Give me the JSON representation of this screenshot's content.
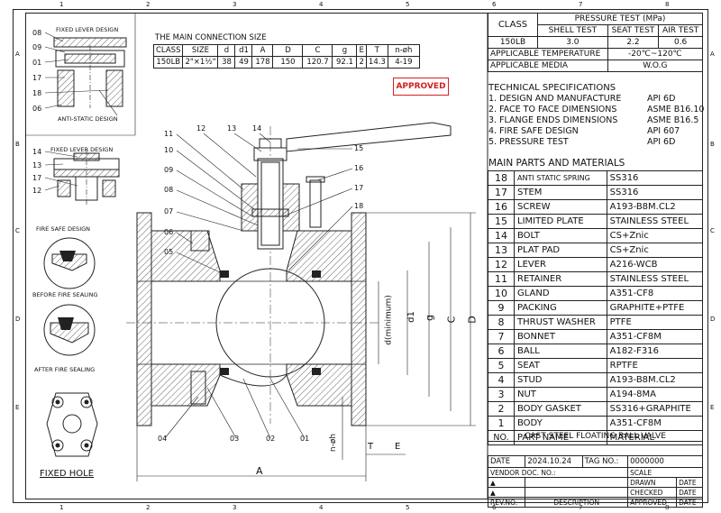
{
  "zones": {
    "top": [
      "1",
      "2",
      "3",
      "4",
      "5",
      "6",
      "7",
      "8"
    ],
    "side": [
      "A",
      "B",
      "C",
      "D",
      "E"
    ]
  },
  "connection": {
    "title": "THE MAIN CONNECTION SIZE",
    "headers": [
      "CLASS",
      "SIZE",
      "d",
      "d1",
      "A",
      "D",
      "C",
      "g",
      "E",
      "T",
      "n-øh"
    ],
    "row": [
      "150LB",
      "2\"×1½\"",
      "38",
      "49",
      "178",
      "150",
      "120.7",
      "92.1",
      "2",
      "14.3",
      "4-19"
    ]
  },
  "approved": "APPROVED",
  "pressure": {
    "class_label": "CLASS",
    "group_label": "PRESSURE TEST (MPa)",
    "cols": [
      "SHELL TEST",
      "SEAT TEST",
      "AIR TEST"
    ],
    "row": [
      "150LB",
      "3.0",
      "2.2",
      "0.6"
    ],
    "temp_label": "APPLICABLE TEMPERATURE",
    "temp_value": "-20℃~120℃",
    "media_label": "APPLICABLE MEDIA",
    "media_value": "W.O.G"
  },
  "specs": {
    "title": "TECHNICAL SPECIFICATIONS",
    "items": [
      {
        "label": "1. DESIGN AND MANUFACTURE",
        "value": "API 6D"
      },
      {
        "label": "2. FACE TO FACE DIMENSIONS",
        "value": "ASME B16.10"
      },
      {
        "label": "3. FLANGE ENDS DIMENSIONS",
        "value": "ASME B16.5"
      },
      {
        "label": "4. FIRE SAFE DESIGN",
        "value": "API 607"
      },
      {
        "label": "5. PRESSURE TEST",
        "value": "API 6D"
      }
    ]
  },
  "parts": {
    "title": "MAIN PARTS AND MATERIALS",
    "rows": [
      {
        "no": "18",
        "name": "ANTI STATIC SPRING",
        "material": "SS316"
      },
      {
        "no": "17",
        "name": "STEM",
        "material": "SS316"
      },
      {
        "no": "16",
        "name": "SCREW",
        "material": "A193-B8M.CL2"
      },
      {
        "no": "15",
        "name": "LIMITED PLATE",
        "material": "STAINLESS STEEL"
      },
      {
        "no": "14",
        "name": "BOLT",
        "material": "CS+Znic"
      },
      {
        "no": "13",
        "name": "PLAT PAD",
        "material": "CS+Znic"
      },
      {
        "no": "12",
        "name": "LEVER",
        "material": "A216-WCB"
      },
      {
        "no": "11",
        "name": "RETAINER",
        "material": "STAINLESS STEEL"
      },
      {
        "no": "10",
        "name": "GLAND",
        "material": "A351-CF8"
      },
      {
        "no": "9",
        "name": "PACKING",
        "material": "GRAPHITE+PTFE"
      },
      {
        "no": "8",
        "name": "THRUST WASHER",
        "material": "PTFE"
      },
      {
        "no": "7",
        "name": "BONNET",
        "material": "A351-CF8M"
      },
      {
        "no": "6",
        "name": "BALL",
        "material": "A182-F316"
      },
      {
        "no": "5",
        "name": "SEAT",
        "material": "RPTFE"
      },
      {
        "no": "4",
        "name": "STUD",
        "material": "A193-B8M.CL2"
      },
      {
        "no": "3",
        "name": "NUT",
        "material": "A194-8MA"
      },
      {
        "no": "2",
        "name": "BODY GASKET",
        "material": "SS316+GRAPHITE"
      },
      {
        "no": "1",
        "name": "BODY",
        "material": "A351-CF8M"
      }
    ],
    "header": {
      "no": "NO.",
      "name": "PART NAME",
      "material": "MATERIAL"
    }
  },
  "title_block": {
    "drawing_title": "CAST STEEL FLOATING BALL VALVE",
    "date_label": "DATE",
    "date_value": "2024.10.24",
    "tag_label": "TAG NO.:",
    "tag_value": "0000000",
    "vendor_doc": "VENDOR DOC. NO.:",
    "scale": "SCALE",
    "drawn": "DRAWN",
    "checked": "CHECKED",
    "approved": "APPROVED",
    "date_col": "DATE",
    "rev_no": "REV.NO.",
    "description": "DESCRIPTION"
  },
  "details": {
    "lever1": "FIXED LEVER DESIGN",
    "antistatic": "ANTI-STATIC DESIGN",
    "lever2": "FIXED LEVER DESIGN",
    "firesafe": "FIRE SAFE DESIGN",
    "before": "BEFORE FIRE SEALING",
    "after": "AFTER FIRE SEALING",
    "fixedhole": "FIXED HOLE"
  },
  "detail_tags": {
    "d1": [
      "08",
      "09",
      "01",
      "17",
      "18",
      "06"
    ],
    "d2": [
      "14",
      "13",
      "17",
      "12"
    ]
  },
  "main_tags": {
    "left": [
      "11",
      "10",
      "09",
      "08",
      "07",
      "06",
      "05"
    ],
    "top": [
      "12",
      "13",
      "14"
    ],
    "right": [
      "15",
      "16",
      "17",
      "18"
    ],
    "bottom": [
      "04",
      "03",
      "02",
      "01"
    ]
  },
  "dims": {
    "A": "A",
    "D": "D",
    "C": "C",
    "g": "g",
    "d1": "d1",
    "dmin": "d(minimum)",
    "nph": "n-øh",
    "T": "T",
    "E": "E"
  }
}
